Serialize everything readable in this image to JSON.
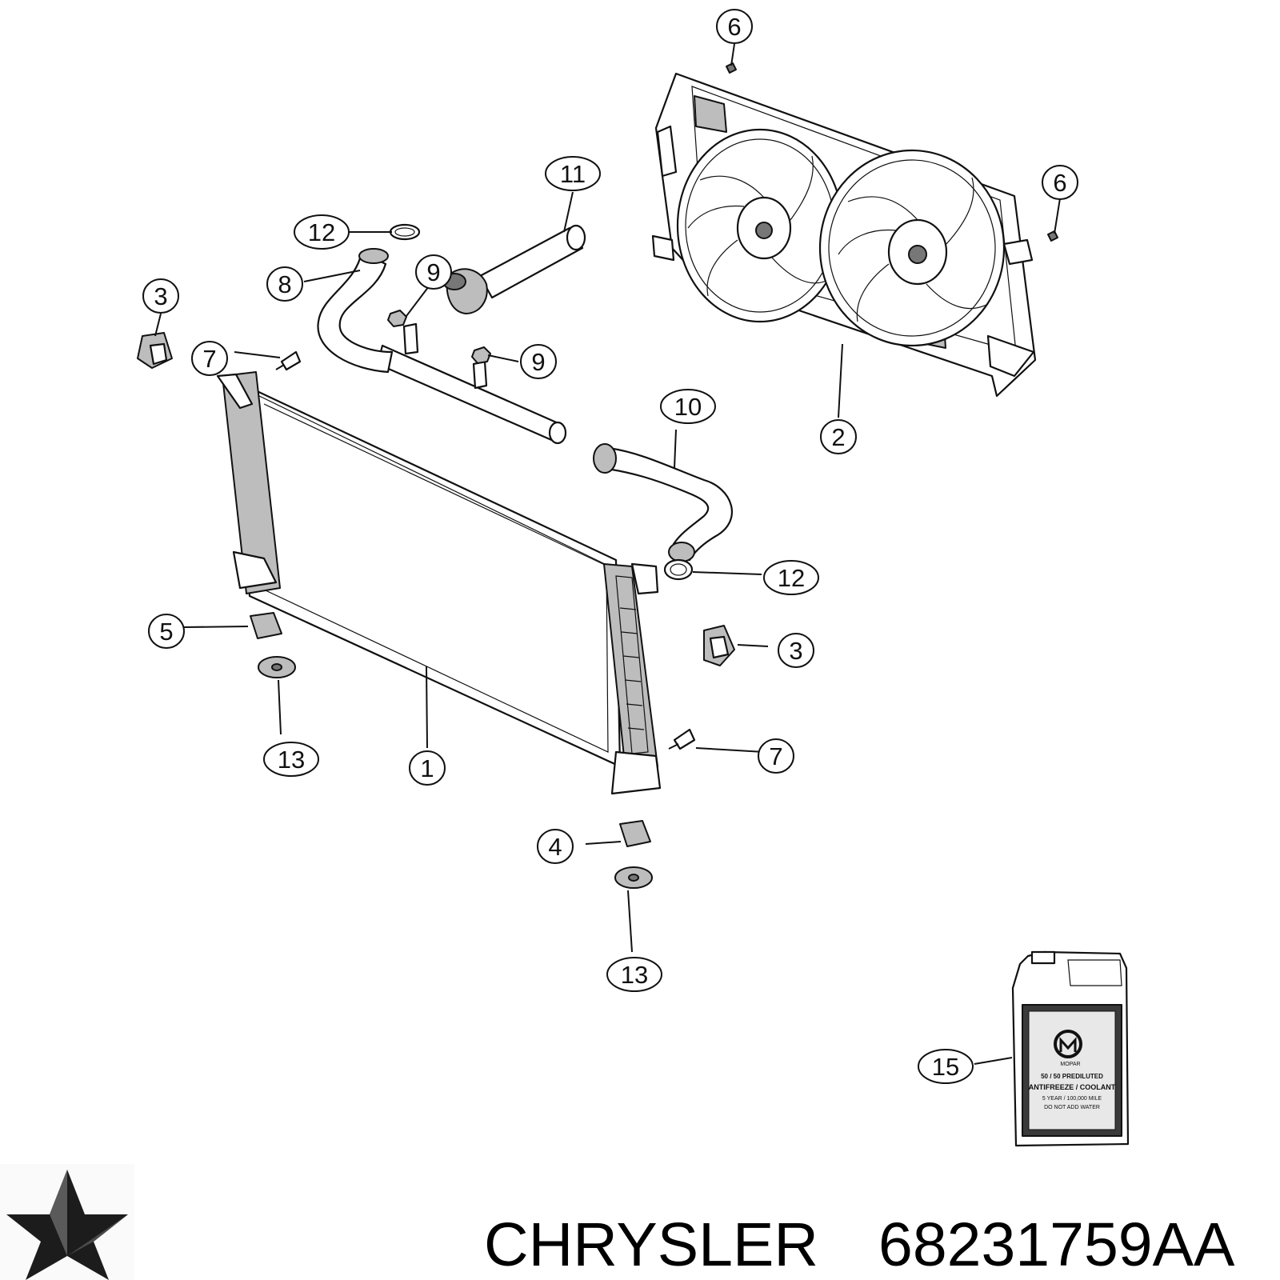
{
  "callouts": [
    {
      "id": "callout-1",
      "text": "1"
    },
    {
      "id": "callout-2",
      "text": "2"
    },
    {
      "id": "callout-3-left",
      "text": "3"
    },
    {
      "id": "callout-3-right",
      "text": "3"
    },
    {
      "id": "callout-4",
      "text": "4"
    },
    {
      "id": "callout-5",
      "text": "5"
    },
    {
      "id": "callout-6-top",
      "text": "6"
    },
    {
      "id": "callout-6-right",
      "text": "6"
    },
    {
      "id": "callout-7-left",
      "text": "7"
    },
    {
      "id": "callout-7-right",
      "text": "7"
    },
    {
      "id": "callout-8",
      "text": "8"
    },
    {
      "id": "callout-9-top",
      "text": "9"
    },
    {
      "id": "callout-9-bottom",
      "text": "9"
    },
    {
      "id": "callout-10",
      "text": "10"
    },
    {
      "id": "callout-11",
      "text": "11"
    },
    {
      "id": "callout-12-top",
      "text": "12"
    },
    {
      "id": "callout-12-right",
      "text": "12"
    },
    {
      "id": "callout-13-left",
      "text": "13"
    },
    {
      "id": "callout-13-bottom",
      "text": "13"
    },
    {
      "id": "callout-15",
      "text": "15"
    }
  ],
  "footer": {
    "brand": "CHRYSLER",
    "part_number": "68231759AA",
    "logo": "chrysler-pentastar-logo"
  },
  "coolant_jug": {
    "brand": "MOPAR",
    "line1": "50 / 50 PREDILUTED",
    "line2": "ANTIFREEZE / COOLANT",
    "line3": "5 YEAR / 100,000 MILE",
    "line4": "DO NOT ADD WATER"
  },
  "colors": {
    "ink": "#111111",
    "label_bg": "#ffffff",
    "jug_label": "#3a3a3a"
  }
}
